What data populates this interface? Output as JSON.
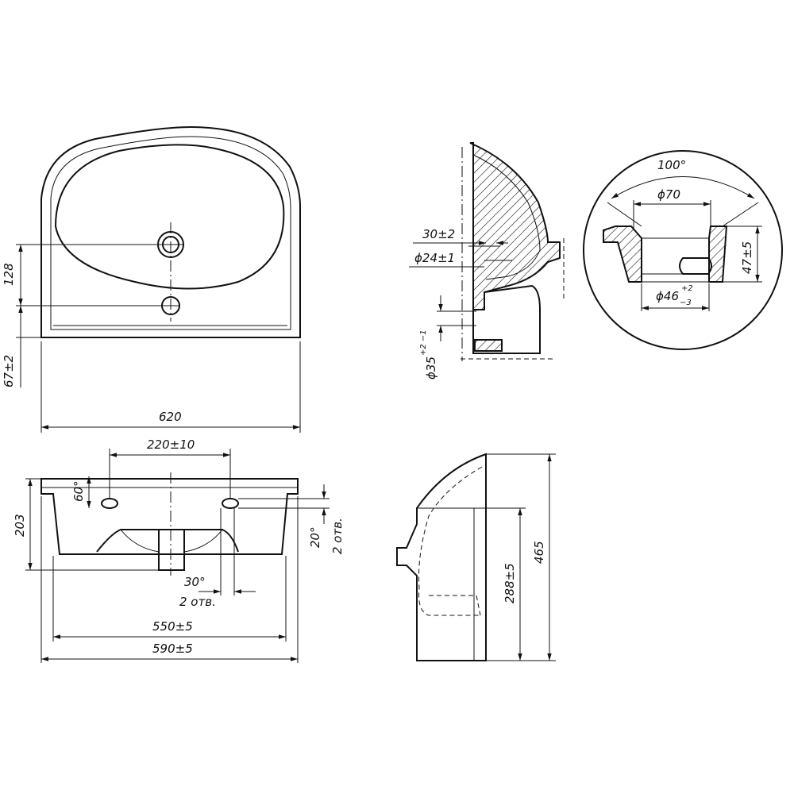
{
  "dimensions": {
    "top_width": "620",
    "top_tap_offset": "128",
    "top_front_offset": "67±2",
    "front_hole_spacing": "220±10",
    "front_hole_angle": "60°",
    "front_height": "203",
    "front_bottom_angle": "30°",
    "front_bottom_holes": "2 отв.",
    "front_side_angle": "20°",
    "front_side_holes": "2 отв.",
    "front_inner_width": "550±5",
    "front_outer_width": "590±5",
    "section_overflow": "30±2",
    "section_overflow_dia": "ϕ24±1",
    "section_drain_dia": "ϕ35",
    "section_drain_tol": "+2 −1",
    "detail_angle": "100°",
    "detail_outer_dia": "ϕ70",
    "detail_depth": "47±5",
    "detail_inner_dia": "ϕ46",
    "detail_inner_tol_up": "+2",
    "detail_inner_tol_down": "−3",
    "side_mount_height": "288±5",
    "side_total_height": "465"
  }
}
